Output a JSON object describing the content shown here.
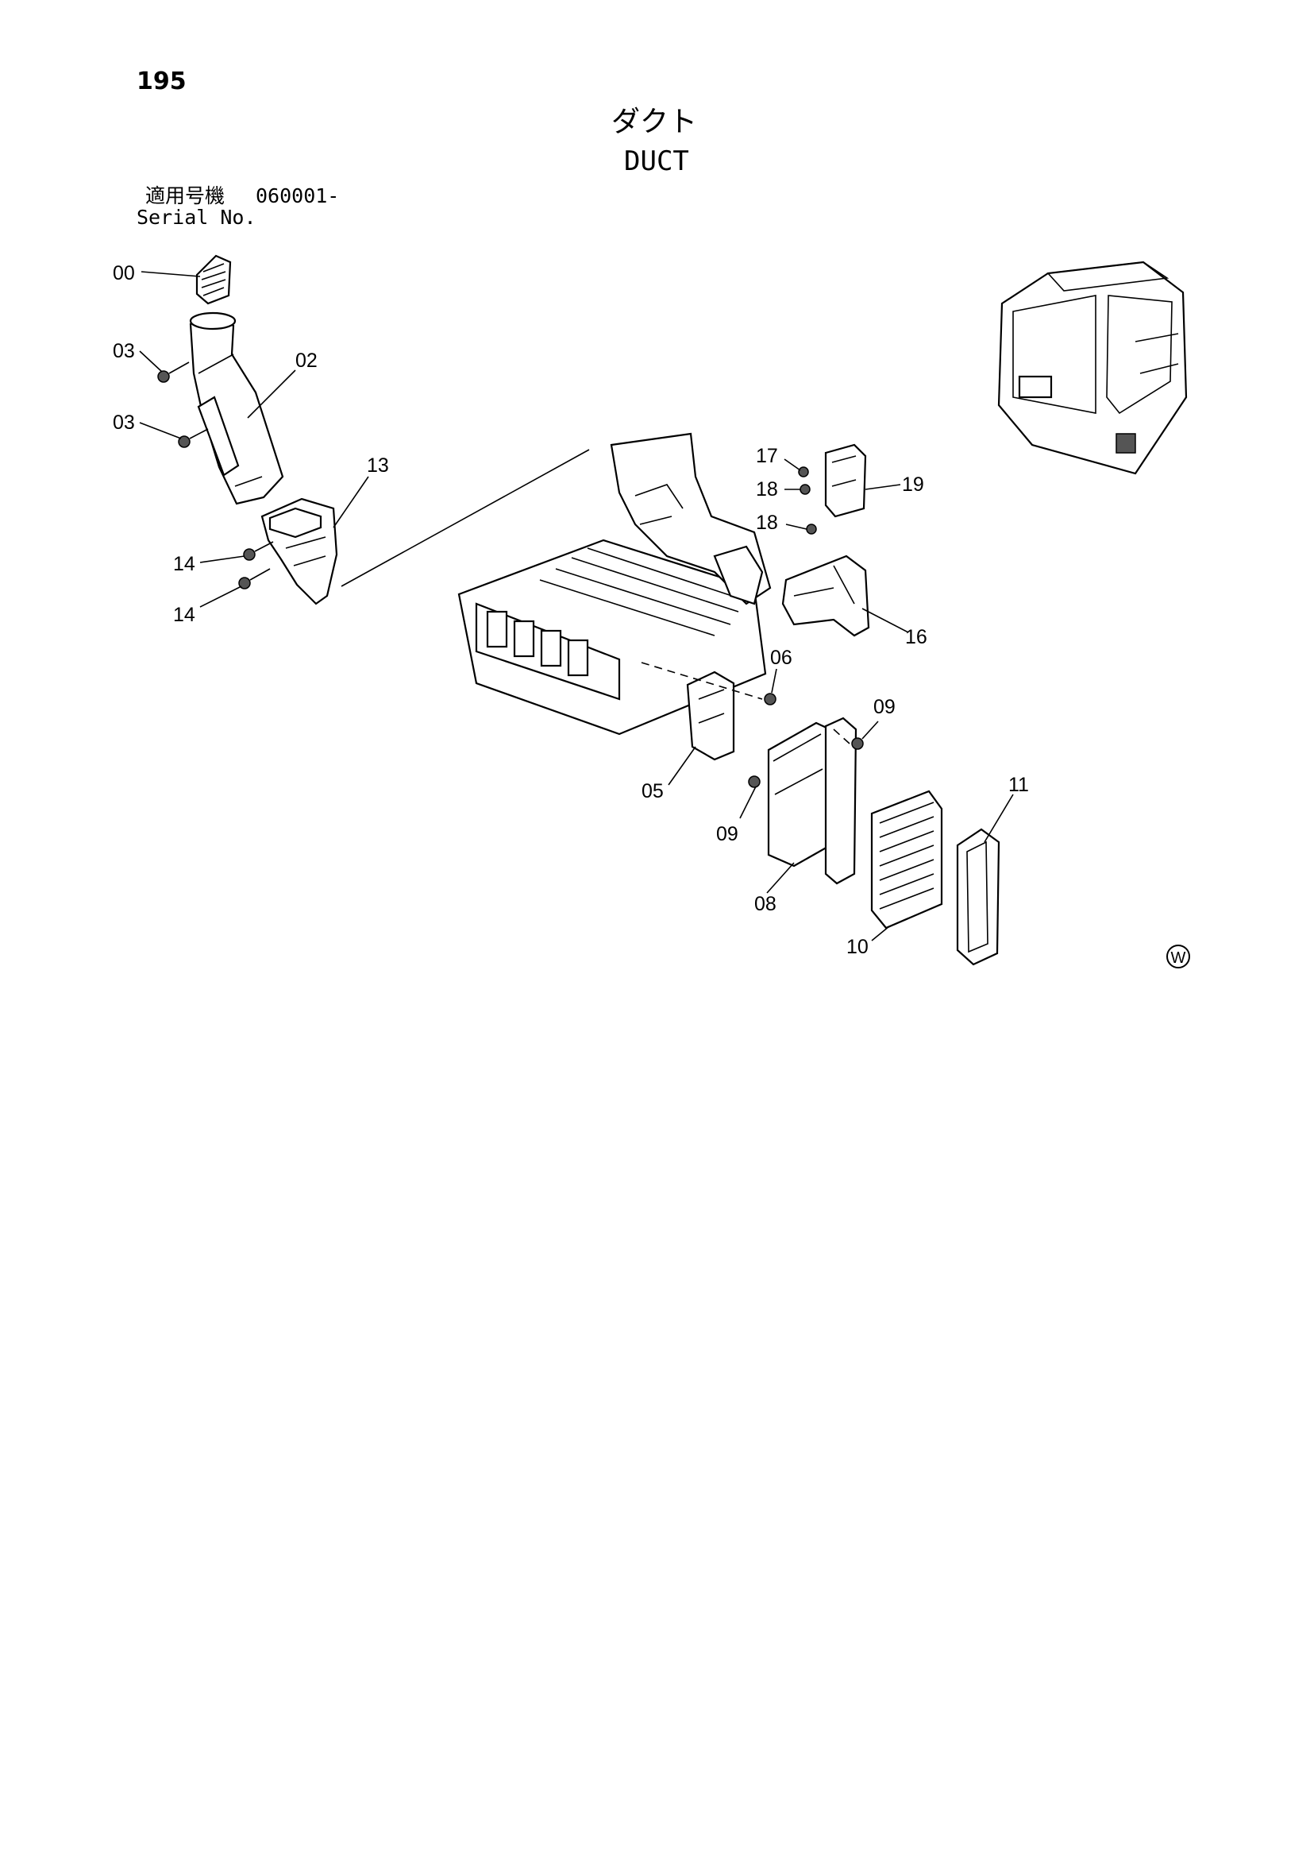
{
  "page_number": "195",
  "title": {
    "japanese": "ダクト",
    "english": "DUCT"
  },
  "serial": {
    "label_jp": "適用号機",
    "value": "060001-",
    "label_en": "Serial No."
  },
  "part_labels": [
    "00",
    "03",
    "02",
    "03",
    "13",
    "14",
    "14",
    "17",
    "18",
    "19",
    "18",
    "16",
    "06",
    "09",
    "05",
    "09",
    "11",
    "08",
    "10"
  ],
  "watermark_symbol": "W"
}
